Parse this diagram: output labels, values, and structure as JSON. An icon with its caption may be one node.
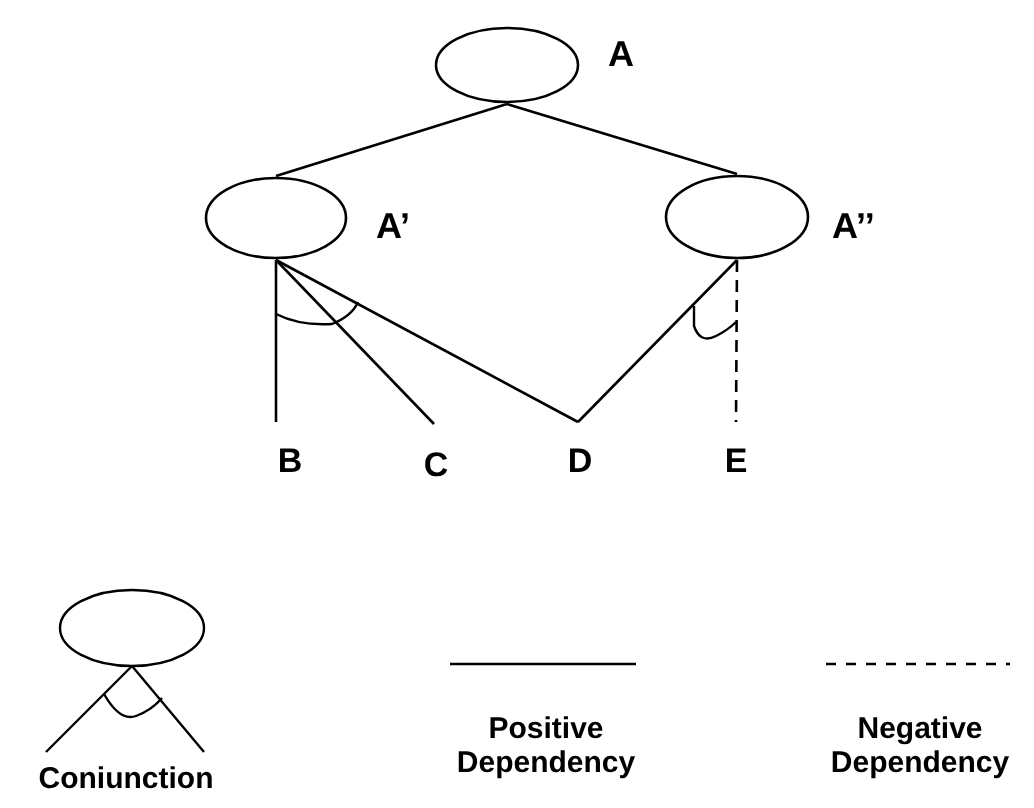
{
  "diagram": {
    "nodes": [
      {
        "text": [],
        "shape": "ellipse",
        "beside": [
          "A"
        ]
      },
      {
        "text": [],
        "shape": "ellipse",
        "beside": [
          "A’"
        ]
      },
      {
        "text": [],
        "shape": "ellipse",
        "beside": [
          "A’’"
        ]
      },
      {
        "text": [
          "B"
        ]
      },
      {
        "text": [
          "C"
        ]
      },
      {
        "text": [
          "D"
        ]
      },
      {
        "text": [
          "E"
        ]
      }
    ],
    "edges": [
      {
        "from": 0,
        "to": 1,
        "arrow": "none"
      },
      {
        "from": 0,
        "to": 2,
        "arrow": "none"
      },
      {
        "from": 1,
        "to": 3,
        "arrow": "none"
      },
      {
        "from": 1,
        "to": 4,
        "arrow": "none"
      },
      {
        "from": 1,
        "to": 5,
        "arrow": "none"
      },
      {
        "from": 2,
        "to": 5,
        "arrow": "none"
      },
      {
        "from": 2,
        "to": 6,
        "arrow": "none",
        "style": "dashed"
      }
    ],
    "legend": [
      {
        "text": "Coniunction"
      },
      {
        "text": "Positive Dependency"
      },
      {
        "text": "Negative Dependency"
      }
    ]
  }
}
